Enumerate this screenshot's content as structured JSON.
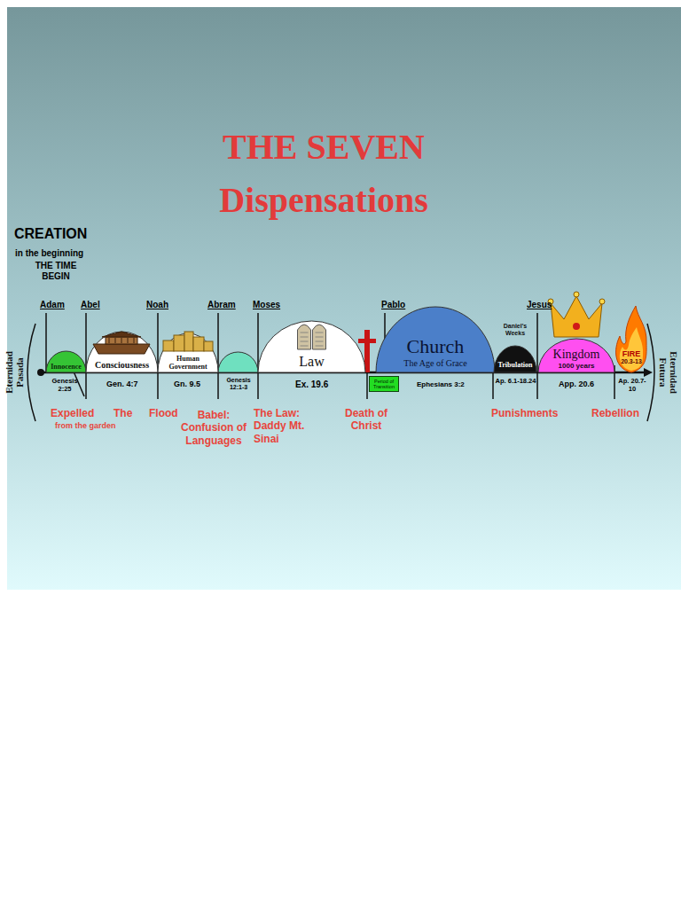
{
  "diagram": {
    "title": "THE SEVEN Dispensations",
    "nodes": [
      {
        "text": [
          "Innocence"
        ]
      },
      {
        "text": [
          "Consciousness"
        ]
      },
      {
        "text": [
          "Human Government"
        ]
      },
      {
        "text": [
          "Law"
        ]
      },
      {
        "text": [
          "Church",
          "The Age of Grace"
        ]
      },
      {
        "text": [
          "Daniel's Weeks",
          "Tribulation"
        ]
      },
      {
        "text": [
          "Kingdom",
          "1000 years"
        ]
      },
      {
        "text": [
          "FIRE",
          "20.3-13"
        ]
      },
      {
        "text": [
          "Period of Transition"
        ]
      }
    ],
    "labels": [
      "CREATION",
      "in the beginning",
      "THE TIME BEGIN",
      "Adam",
      "Abel",
      "Noah",
      "Abram",
      "Moses",
      "Pablo",
      "Jesus",
      "Eternidad Pasada",
      "Eternidad Futura",
      "Genesis 2:25",
      "Gen. 4:7",
      "Gn. 9.5",
      "Genesis 12:1-3",
      "Ex. 19.6",
      "Ephesians 3:2",
      "Ap. 6.1-18.24",
      "App. 20.6",
      "Ap. 20.7-10",
      "Expelled",
      "from the garden",
      "The",
      "Flood",
      "Babel: Confusion of Languages",
      "The Law: Daddy Mt. Sinai",
      "Death of Christ",
      "Punishments",
      "Rebellion"
    ]
  }
}
